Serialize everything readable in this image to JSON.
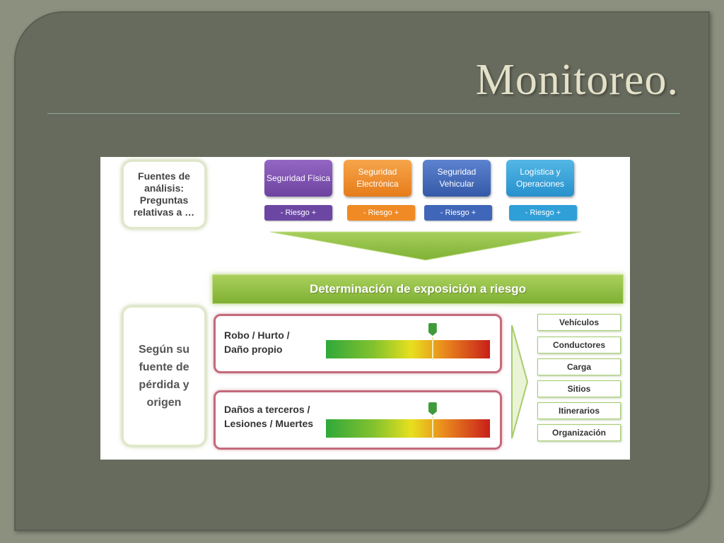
{
  "slide": {
    "title": "Monitoreo."
  },
  "diagram": {
    "sources_label": "Fuentes de análisis: Preguntas relativas a …",
    "categories": [
      {
        "label": "Seguridad Física",
        "risk": "- Riesgo +",
        "color": "#7a4ea8",
        "risk_color": "#6b47a3"
      },
      {
        "label": "Seguridad Electrónica",
        "risk": "- Riesgo +",
        "color": "#f08a24",
        "risk_color": "#f08a24"
      },
      {
        "label": "Seguridad Vehicular",
        "risk": "- Riesgo +",
        "color": "#3f66b8",
        "risk_color": "#3f66b8"
      },
      {
        "label": "Logística y Operaciones",
        "risk": "- Riesgo +",
        "color": "#2f9fd8",
        "risk_color": "#2f9fd8"
      }
    ],
    "determination_label": "Determinación de exposición a riesgo",
    "loss_label": "Según su fuente de pérdida y origen",
    "risk_panels": [
      {
        "label_line1": "Robo / Hurto /",
        "label_line2": "Daño propio",
        "marker_fraction": 0.65
      },
      {
        "label_line1": "Daños a terceros /",
        "label_line2": "Lesiones / Muertes",
        "marker_fraction": 0.65
      }
    ],
    "targets": [
      "Vehículos",
      "Conductores",
      "Carga",
      "Sitios",
      "Itinerarios",
      "Organización"
    ]
  }
}
